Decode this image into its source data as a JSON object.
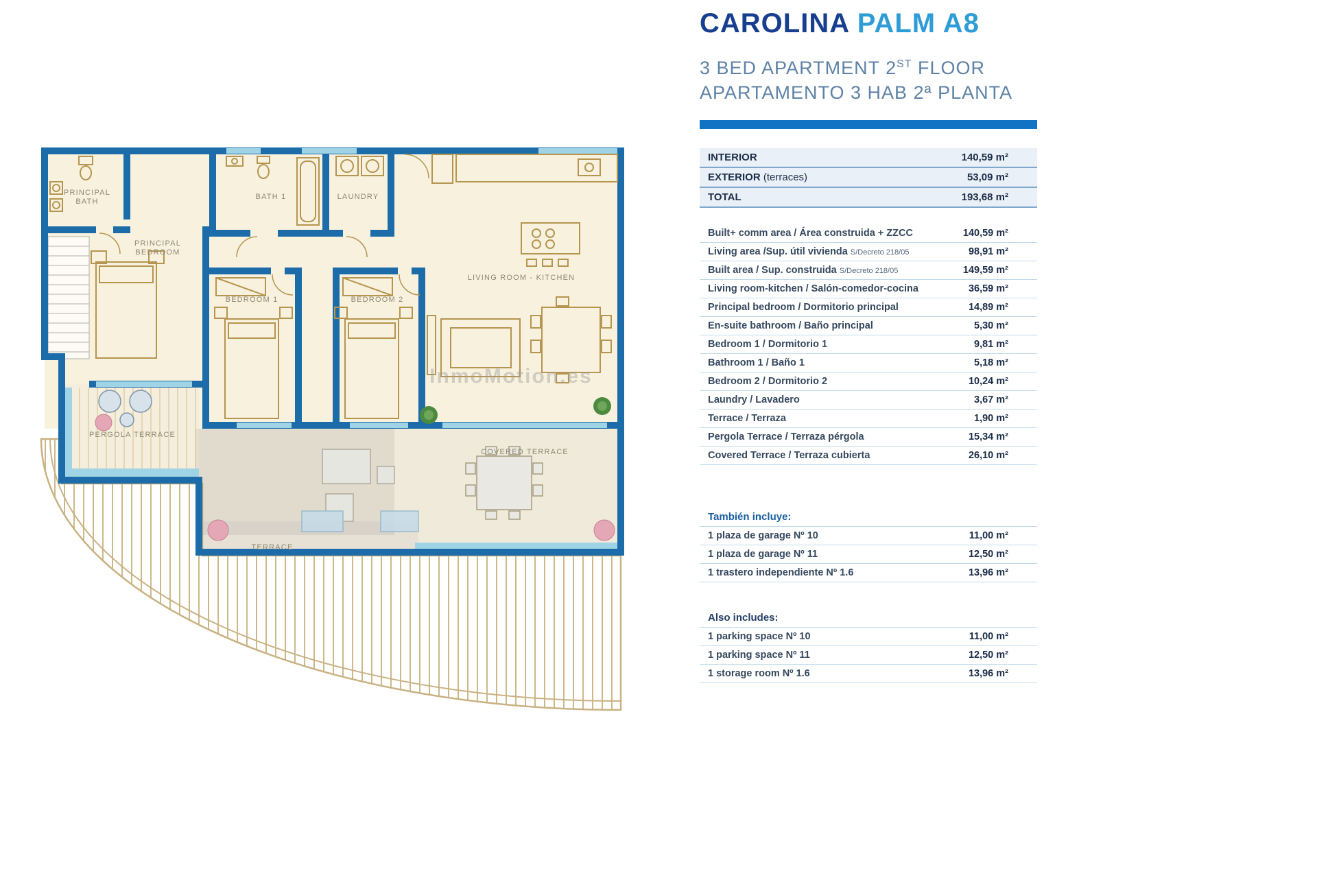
{
  "header": {
    "title_main": "CAROLINA",
    "title_accent": " PALM A8",
    "subtitle1_pre": "3 BED APARTMENT 2",
    "subtitle1_sup": "ST",
    "subtitle1_post": " FLOOR",
    "subtitle2": "APARTAMENTO 3 HAB 2ª PLANTA"
  },
  "summary": {
    "interior_label": "INTERIOR",
    "interior_value": "140,59 m²",
    "exterior_label": "EXTERIOR",
    "exterior_suffix": " (terraces)",
    "exterior_value": "53,09 m²",
    "total_label": "TOTAL",
    "total_value": "193,68 m²"
  },
  "details": [
    {
      "label": "Built+ comm area / Área construida + ZZCC",
      "value": "140,59 m²"
    },
    {
      "label": "Living area /Sup. útil vivienda",
      "note": "S/Decreto 218/05",
      "value": "98,91 m²"
    },
    {
      "label": "Built area / Sup. construida",
      "note": "S/Decreto 218/05",
      "value": "149,59 m²"
    },
    {
      "label": "Living room-kitchen / Salón-comedor-cocina",
      "value": "36,59 m²"
    },
    {
      "label": "Principal bedroom / Dormitorio principal",
      "value": "14,89 m²"
    },
    {
      "label": "En-suite bathroom / Baño principal",
      "value": "5,30 m²"
    },
    {
      "label": "Bedroom 1 / Dormitorio 1",
      "value": "9,81 m²"
    },
    {
      "label": "Bathroom 1 / Baño 1",
      "value": "5,18 m²"
    },
    {
      "label": "Bedroom 2 / Dormitorio 2",
      "value": "10,24 m²"
    },
    {
      "label": "Laundry / Lavadero",
      "value": "3,67 m²"
    },
    {
      "label": "Terrace / Terraza",
      "value": "1,90 m²"
    },
    {
      "label": "Pergola Terrace / Terraza pérgola",
      "value": "15,34 m²"
    },
    {
      "label": "Covered Terrace / Terraza cubierta",
      "value": "26,10 m²"
    }
  ],
  "tambien": {
    "heading": "También incluye:",
    "rows": [
      {
        "label": "1 plaza de garage Nº 10",
        "value": "11,00 m²"
      },
      {
        "label": "1 plaza de garage Nº 11",
        "value": "12,50 m²"
      },
      {
        "label": "1 trastero independiente Nº 1.6",
        "value": "13,96 m²"
      }
    ]
  },
  "also": {
    "heading": "Also includes:",
    "rows": [
      {
        "label": "1 parking space Nº 10",
        "value": "11,00 m²"
      },
      {
        "label": "1 parking space Nº 11",
        "value": "12,50 m²"
      },
      {
        "label": "1 storage room Nº 1.6",
        "value": "13,96 m²"
      }
    ]
  },
  "floorplan": {
    "labels": {
      "principal_bath_l1": "PRINCIPAL",
      "principal_bath_l2": "BATH",
      "principal_bed_l1": "PRINCIPAL",
      "principal_bed_l2": "BEDROOM",
      "bath1": "BATH 1",
      "laundry": "LAUNDRY",
      "living": "LIVING ROOM - KITCHEN",
      "bedroom1": "BEDROOM 1",
      "bedroom2": "BEDROOM 2",
      "pergola": "PERGOLA TERRACE",
      "covered": "COVERED TERRACE",
      "terrace": "TERRACE"
    },
    "watermark": "InmoMotion.es"
  }
}
